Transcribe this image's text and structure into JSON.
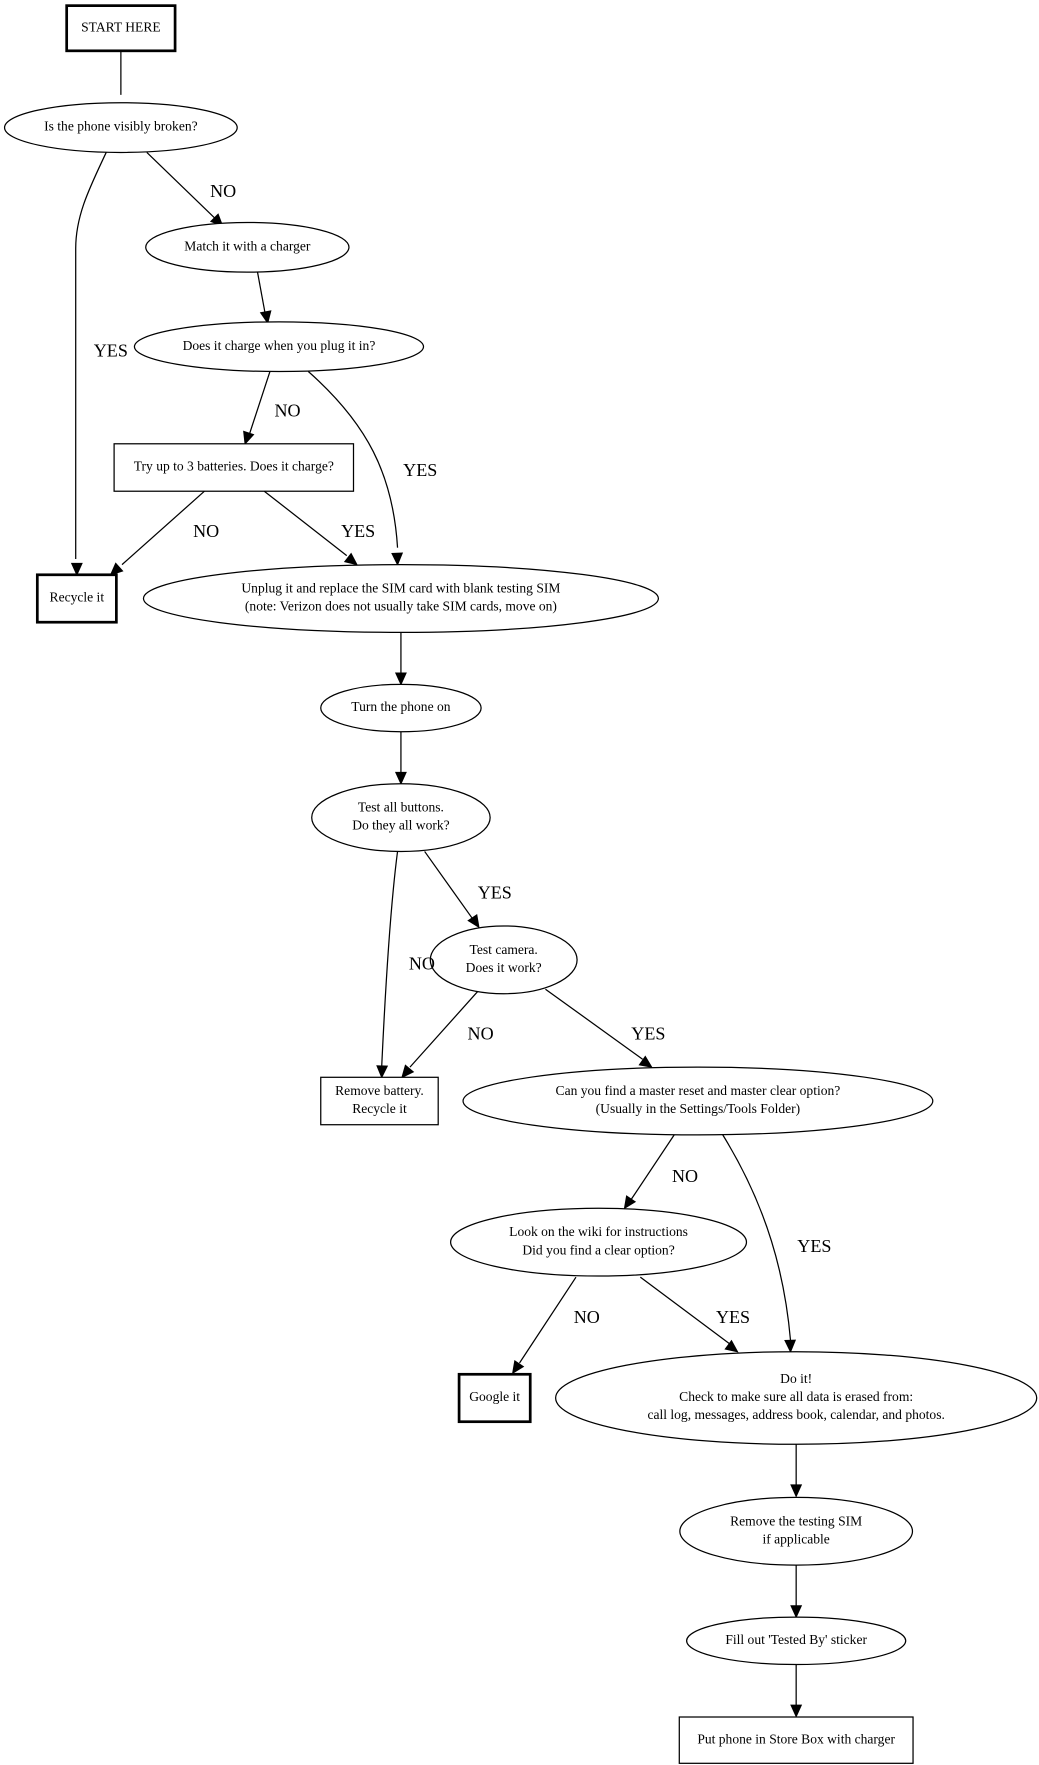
{
  "diagram": {
    "type": "flowchart",
    "nodes": [
      {
        "id": "start",
        "shape": "box",
        "bold": true,
        "lines": [
          "START HERE"
        ]
      },
      {
        "id": "broken",
        "shape": "ellipse",
        "lines": [
          "Is the phone visibly broken?"
        ]
      },
      {
        "id": "charger",
        "shape": "ellipse",
        "lines": [
          "Match it with a charger"
        ]
      },
      {
        "id": "charge",
        "shape": "ellipse",
        "lines": [
          "Does it charge when you plug it in?"
        ]
      },
      {
        "id": "batteries",
        "shape": "box",
        "lines": [
          "Try up to 3 batteries. Does it charge?"
        ]
      },
      {
        "id": "recycle",
        "shape": "box",
        "bold": true,
        "lines": [
          "Recycle it"
        ]
      },
      {
        "id": "sim",
        "shape": "ellipse",
        "lines": [
          "Unplug it and replace the SIM card with blank testing SIM",
          "(note: Verizon does not usually take SIM cards, move on)"
        ]
      },
      {
        "id": "turnon",
        "shape": "ellipse",
        "lines": [
          "Turn the phone on"
        ]
      },
      {
        "id": "buttons",
        "shape": "ellipse",
        "lines": [
          "Test all buttons.",
          "Do they all work?"
        ]
      },
      {
        "id": "camera",
        "shape": "ellipse",
        "lines": [
          "Test camera.",
          "Does it work?"
        ]
      },
      {
        "id": "removebattery",
        "shape": "box",
        "lines": [
          "Remove battery.",
          "Recycle it"
        ]
      },
      {
        "id": "reset",
        "shape": "ellipse",
        "lines": [
          "Can you find a master reset and master clear option?",
          "(Usually in the Settings/Tools Folder)"
        ]
      },
      {
        "id": "wiki",
        "shape": "ellipse",
        "lines": [
          "Look on the wiki for instructions",
          "Did you find a clear option?"
        ]
      },
      {
        "id": "google",
        "shape": "box",
        "bold": true,
        "lines": [
          "Google it"
        ]
      },
      {
        "id": "doit",
        "shape": "ellipse",
        "lines": [
          "Do it!",
          "Check to make sure all data is erased from:",
          "call log, messages, address book, calendar, and photos."
        ]
      },
      {
        "id": "removesim",
        "shape": "ellipse",
        "lines": [
          "Remove the testing SIM",
          "if applicable"
        ]
      },
      {
        "id": "sticker",
        "shape": "ellipse",
        "lines": [
          "Fill out 'Tested By' sticker"
        ]
      },
      {
        "id": "storebox",
        "shape": "box",
        "lines": [
          "Put phone in Store Box with charger"
        ]
      }
    ],
    "edges": [
      {
        "from": "start",
        "to": "broken",
        "label": ""
      },
      {
        "from": "broken",
        "to": "recycle",
        "label": "YES"
      },
      {
        "from": "broken",
        "to": "charger",
        "label": "NO"
      },
      {
        "from": "charger",
        "to": "charge",
        "label": ""
      },
      {
        "from": "charge",
        "to": "batteries",
        "label": "NO"
      },
      {
        "from": "charge",
        "to": "sim",
        "label": "YES"
      },
      {
        "from": "batteries",
        "to": "recycle",
        "label": "NO"
      },
      {
        "from": "batteries",
        "to": "sim",
        "label": "YES"
      },
      {
        "from": "sim",
        "to": "turnon",
        "label": ""
      },
      {
        "from": "turnon",
        "to": "buttons",
        "label": ""
      },
      {
        "from": "buttons",
        "to": "removebattery",
        "label": "NO"
      },
      {
        "from": "buttons",
        "to": "camera",
        "label": "YES"
      },
      {
        "from": "camera",
        "to": "removebattery",
        "label": "NO"
      },
      {
        "from": "camera",
        "to": "reset",
        "label": "YES"
      },
      {
        "from": "reset",
        "to": "wiki",
        "label": "NO"
      },
      {
        "from": "reset",
        "to": "doit",
        "label": "YES"
      },
      {
        "from": "wiki",
        "to": "google",
        "label": "NO"
      },
      {
        "from": "wiki",
        "to": "doit",
        "label": "YES"
      },
      {
        "from": "doit",
        "to": "removesim",
        "label": ""
      },
      {
        "from": "removesim",
        "to": "sticker",
        "label": ""
      },
      {
        "from": "sticker",
        "to": "storebox",
        "label": ""
      }
    ]
  }
}
